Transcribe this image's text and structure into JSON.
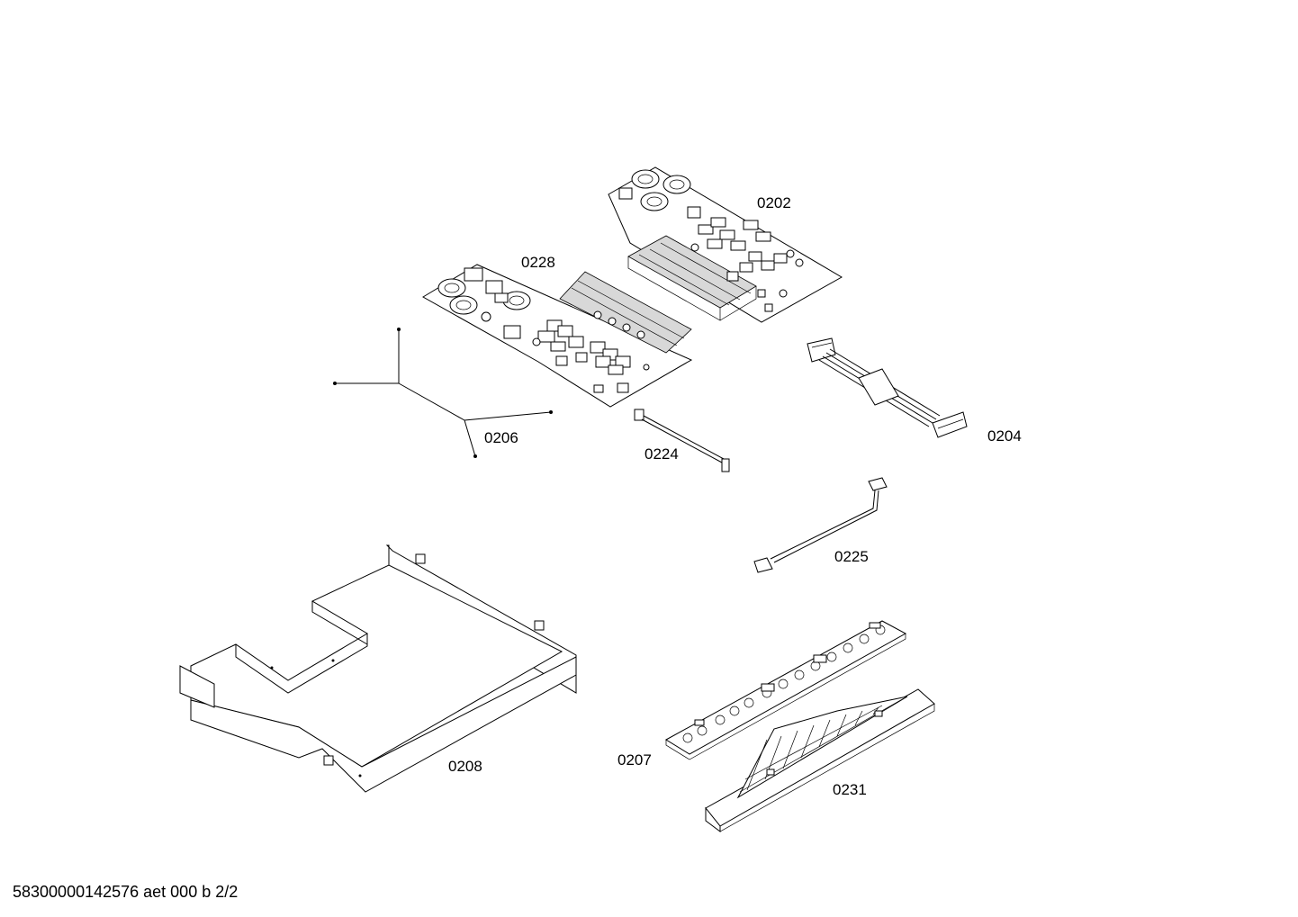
{
  "parts": {
    "p0202": "0202",
    "p0228": "0228",
    "p0206": "0206",
    "p0224": "0224",
    "p0204": "0204",
    "p0225": "0225",
    "p0208": "0208",
    "p0207": "0207",
    "p0231": "0231"
  },
  "footer": {
    "document_id": "58300000142576 aet 000 b 2/2"
  }
}
